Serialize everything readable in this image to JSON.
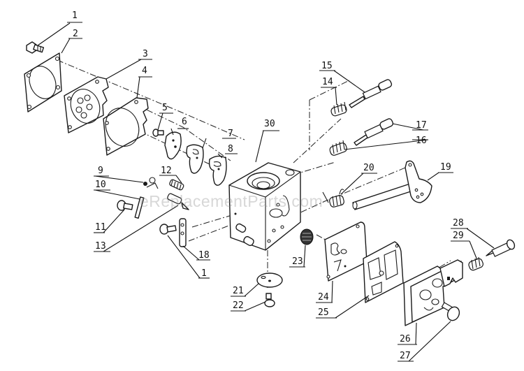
{
  "diagram": {
    "title": "Carburetor Assembly Exploded View",
    "watermark": "eReplacementParts.com",
    "line_color": "#1a1a1a",
    "background": "#ffffff",
    "callouts": [
      {
        "id": "c1a",
        "label": "1"
      },
      {
        "id": "c2",
        "label": "2"
      },
      {
        "id": "c3",
        "label": "3"
      },
      {
        "id": "c4",
        "label": "4"
      },
      {
        "id": "c5",
        "label": "5"
      },
      {
        "id": "c6",
        "label": "6"
      },
      {
        "id": "c7",
        "label": "7"
      },
      {
        "id": "c8",
        "label": "8"
      },
      {
        "id": "c9",
        "label": "9"
      },
      {
        "id": "c10",
        "label": "10"
      },
      {
        "id": "c11",
        "label": "11"
      },
      {
        "id": "c12",
        "label": "12"
      },
      {
        "id": "c13",
        "label": "13"
      },
      {
        "id": "c14",
        "label": "14"
      },
      {
        "id": "c15",
        "label": "15"
      },
      {
        "id": "c16",
        "label": "16"
      },
      {
        "id": "c17",
        "label": "17"
      },
      {
        "id": "c18",
        "label": "18"
      },
      {
        "id": "c1b",
        "label": "1"
      },
      {
        "id": "c19",
        "label": "19"
      },
      {
        "id": "c20",
        "label": "20"
      },
      {
        "id": "c21",
        "label": "21"
      },
      {
        "id": "c22",
        "label": "22"
      },
      {
        "id": "c23",
        "label": "23"
      },
      {
        "id": "c24",
        "label": "24"
      },
      {
        "id": "c25",
        "label": "25"
      },
      {
        "id": "c26",
        "label": "26"
      },
      {
        "id": "c27",
        "label": "27"
      },
      {
        "id": "c28",
        "label": "28"
      },
      {
        "id": "c29",
        "label": "29"
      },
      {
        "id": "c30",
        "label": "30"
      }
    ]
  }
}
